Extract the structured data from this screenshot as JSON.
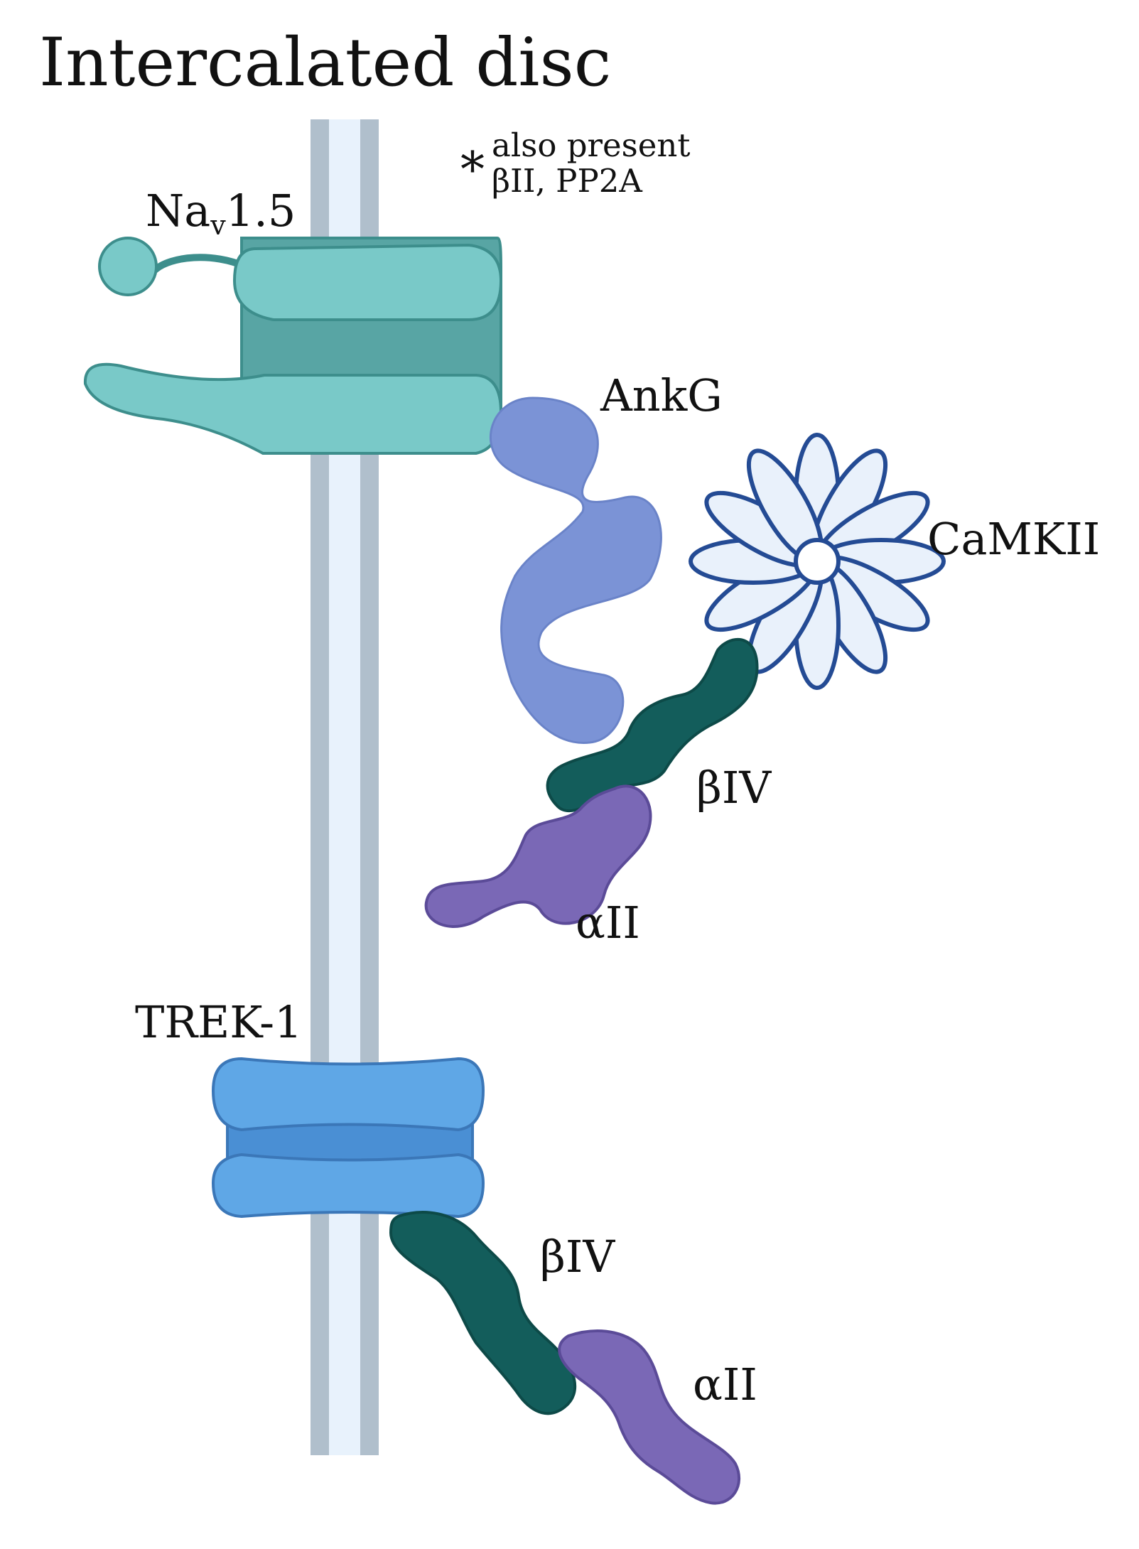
{
  "title": "Intercalated disc",
  "note": {
    "asterisk": "*",
    "line1": "also present",
    "line2": "βII, PP2A"
  },
  "labels": {
    "nav_base": "Na",
    "nav_sub": "v",
    "nav_rest": "1.5",
    "ankg": "AnkG",
    "camkii": "CaMKII",
    "beta_iv_upper": "βIV",
    "alpha_ii_upper": "αII",
    "trek1": "TREK-1",
    "beta_iv_lower": "βIV",
    "alpha_ii_lower": "αII"
  },
  "colors": {
    "membrane_outer": "#b0bfcc",
    "membrane_inner": "#e8f2fc",
    "nav_light": "#79c9c8",
    "nav_dark": "#58a5a4",
    "nav_stroke": "#3d8e8c",
    "ankg": "#7b93d6",
    "camkii_fill": "#e9f1fb",
    "camkii_stroke": "#244b94",
    "beta_iv": "#135d5b",
    "alpha_ii": "#7a68b6",
    "trek_light": "#5fa7e6",
    "trek_dark": "#4a8fd4"
  }
}
